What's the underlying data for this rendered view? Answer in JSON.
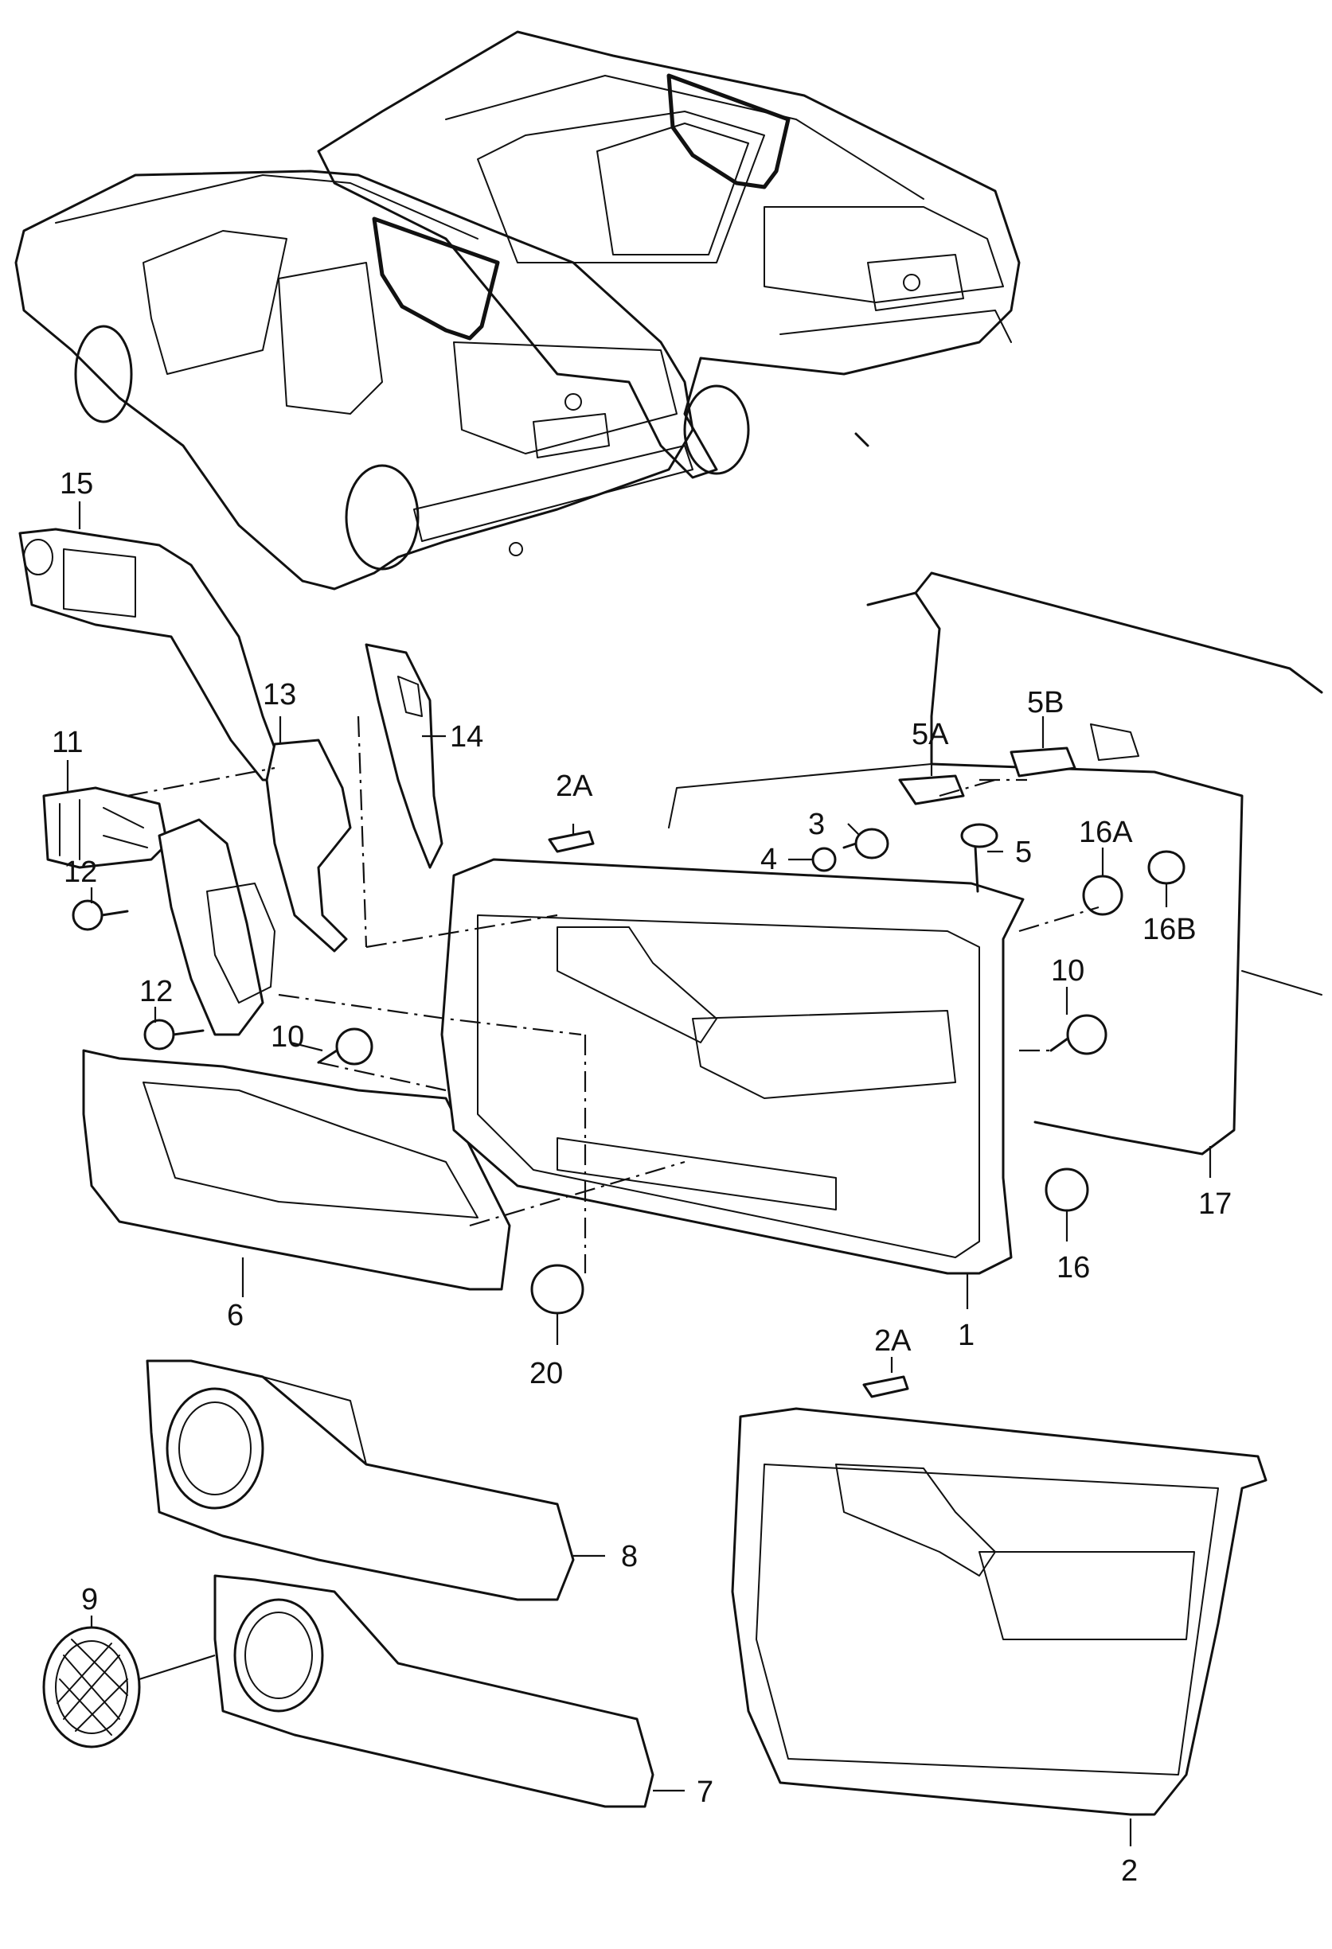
{
  "callouts": {
    "c1": "1",
    "c2": "2",
    "c2A_top": "2A",
    "c2A_bottom": "2A",
    "c3": "3",
    "c4": "4",
    "c5": "5",
    "c5A": "5A",
    "c5B": "5B",
    "c6": "6",
    "c7": "7",
    "c8": "8",
    "c9": "9",
    "c10_left": "10",
    "c10_right": "10",
    "c11": "11",
    "c12_top": "12",
    "c12_bottom": "12",
    "c13": "13",
    "c14": "14",
    "c15": "15",
    "c16": "16",
    "c16A": "16A",
    "c16B": "16B",
    "c17": "17",
    "c20": "20"
  },
  "colors": {
    "line": "#111111",
    "background": "#ffffff"
  }
}
